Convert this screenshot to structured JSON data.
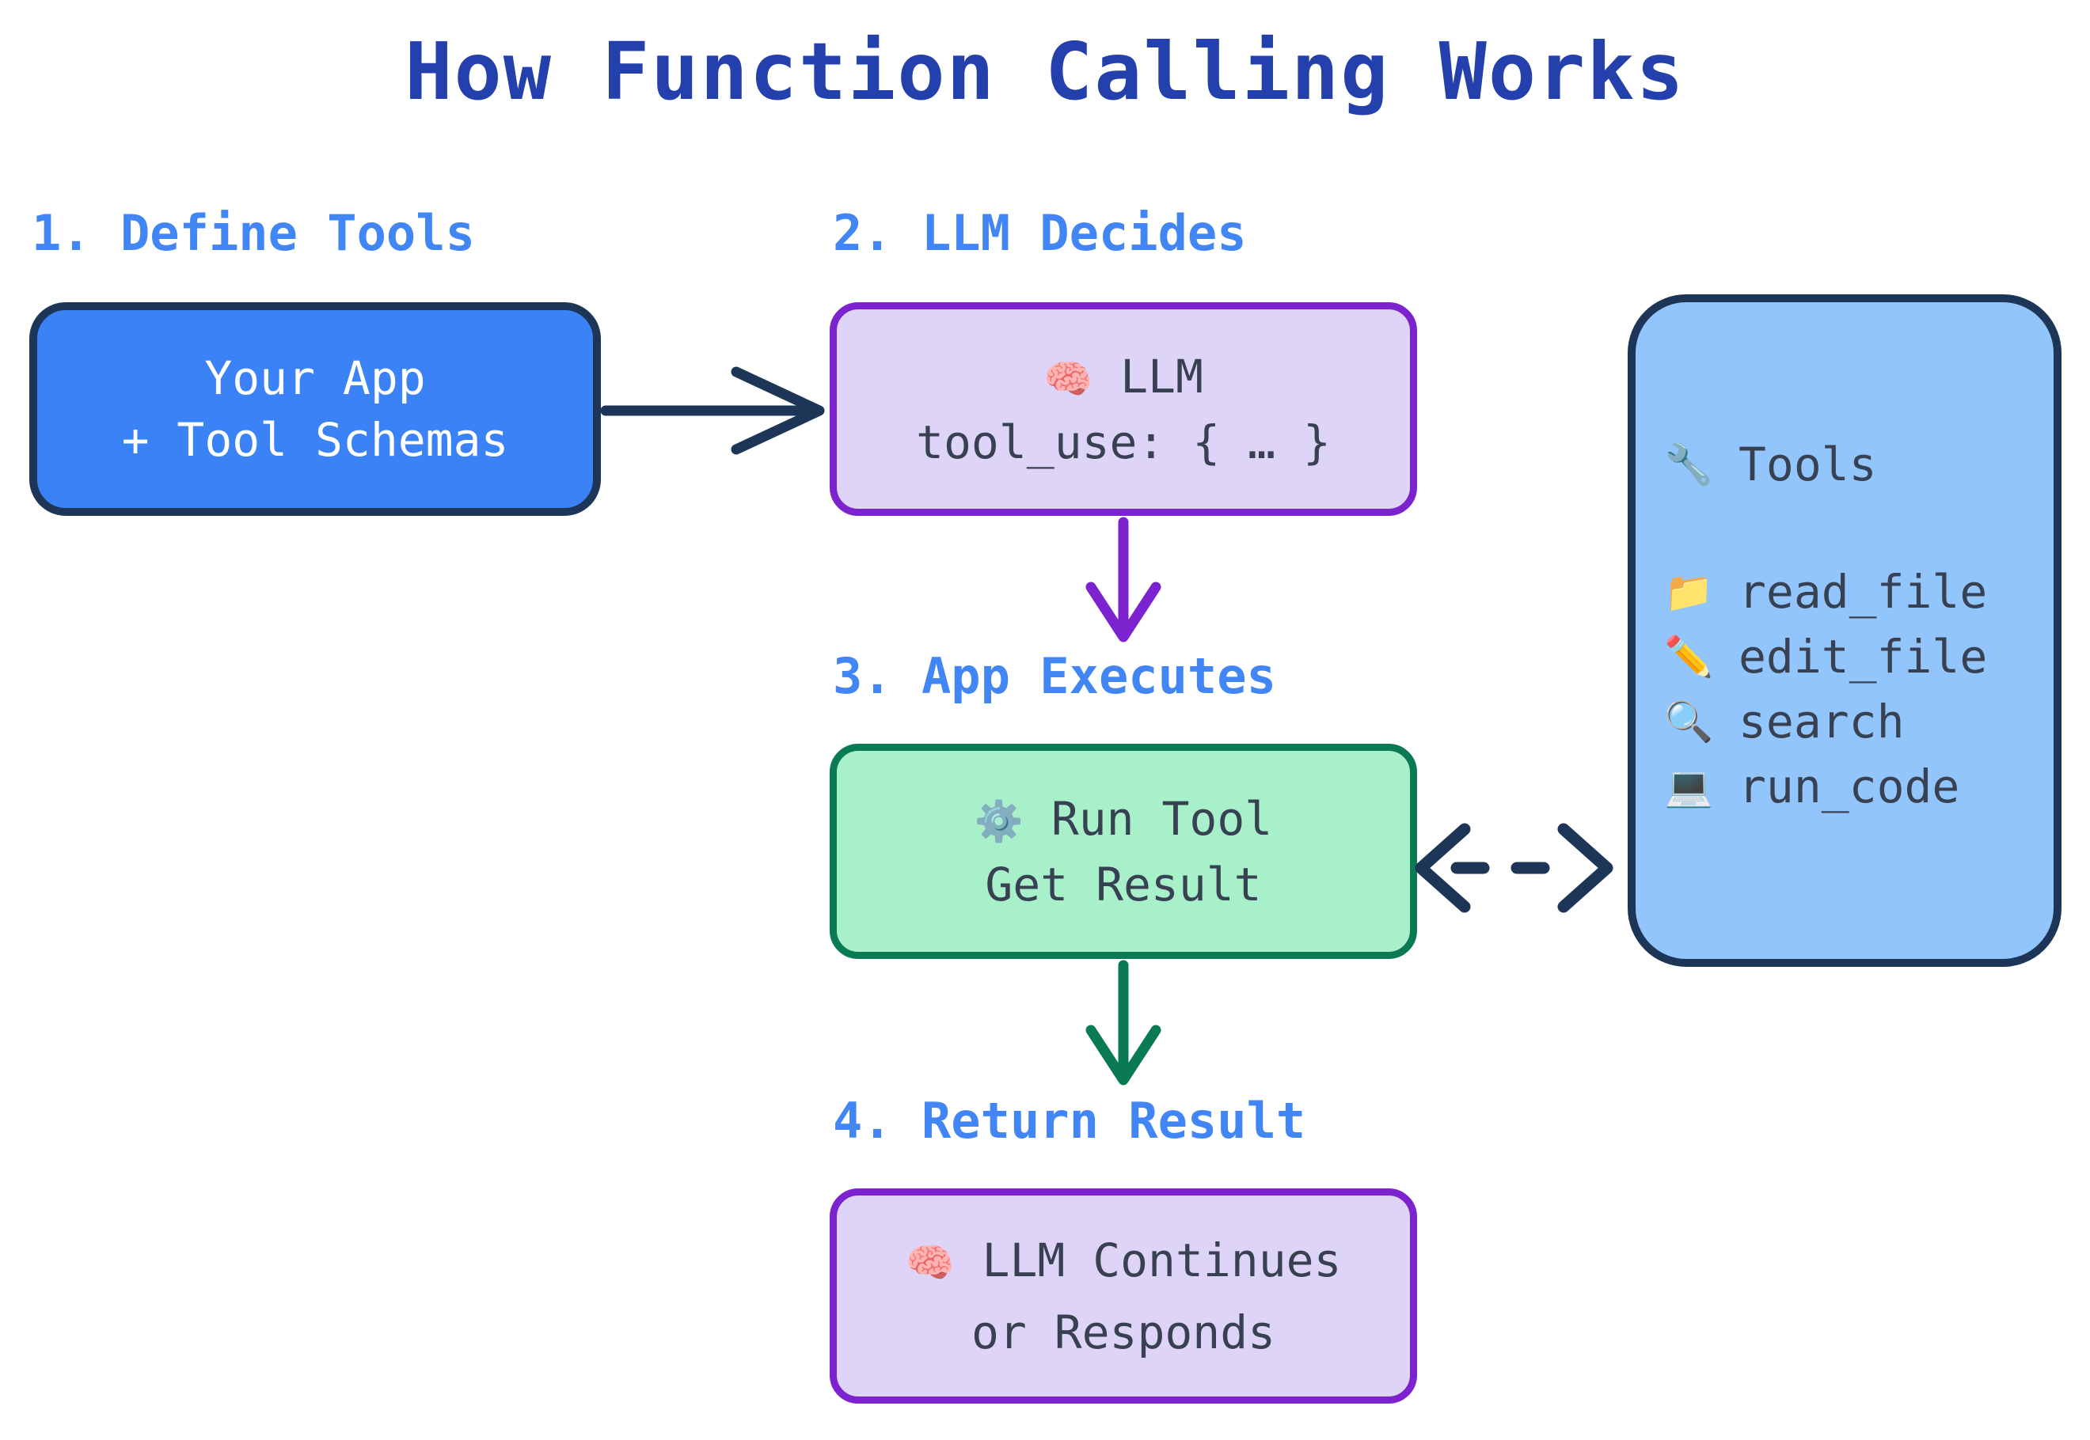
{
  "title": "How Function Calling Works",
  "colors": {
    "title": "#2340ad",
    "step_label": "#4285f4",
    "app_box_fill": "#3b82f6",
    "app_box_border": "#1d3557",
    "llm_box_fill": "#ded4f7",
    "llm_box_border": "#7c22ce",
    "run_box_fill": "#a7f0ca",
    "run_box_border": "#0a7a55",
    "tools_panel_fill": "#93c5fd",
    "tools_panel_border": "#1d3557",
    "arrow_dark": "#1d3557",
    "arrow_purple": "#7c22ce",
    "arrow_green": "#0a7a55"
  },
  "steps": [
    {
      "label": "1. Define Tools"
    },
    {
      "label": "2. LLM Decides"
    },
    {
      "label": "3. App Executes"
    },
    {
      "label": "4. Return Result"
    }
  ],
  "nodes": {
    "app": {
      "line1": "Your App",
      "line2": "+ Tool Schemas"
    },
    "llm_decides": {
      "icon": "brain-icon",
      "icon_glyph": "🧠",
      "line1": " LLM",
      "line2": "tool_use: { … }"
    },
    "run_tool": {
      "icon": "gear-icon",
      "icon_glyph": "⚙️",
      "line1": " Run Tool",
      "line2": "Get Result"
    },
    "return_result": {
      "icon": "brain-icon",
      "icon_glyph": "🧠",
      "line1": " LLM Continues",
      "line2": "or Responds"
    }
  },
  "tools_panel": {
    "header": {
      "icon": "wrench-icon",
      "icon_glyph": "🔧",
      "label": "Tools"
    },
    "items": [
      {
        "icon": "folder-icon",
        "icon_glyph": "📁",
        "label": "read_file"
      },
      {
        "icon": "pencil-icon",
        "icon_glyph": "✏️",
        "label": "edit_file"
      },
      {
        "icon": "magnifier-icon",
        "icon_glyph": "🔍",
        "label": "search"
      },
      {
        "icon": "laptop-icon",
        "icon_glyph": "💻",
        "label": "run_code"
      }
    ]
  },
  "arrows": [
    {
      "name": "app-to-llm",
      "from": "app",
      "to": "llm_decides",
      "style": "solid",
      "direction": "right",
      "color": "#1d3557"
    },
    {
      "name": "llm-to-run",
      "from": "llm_decides",
      "to": "run_tool",
      "style": "solid",
      "direction": "down",
      "color": "#7c22ce"
    },
    {
      "name": "run-to-tools",
      "from": "run_tool",
      "to": "tools_panel",
      "style": "dashed",
      "direction": "both",
      "color": "#1d3557"
    },
    {
      "name": "run-to-return",
      "from": "run_tool",
      "to": "return_result",
      "style": "solid",
      "direction": "down",
      "color": "#0a7a55"
    }
  ]
}
